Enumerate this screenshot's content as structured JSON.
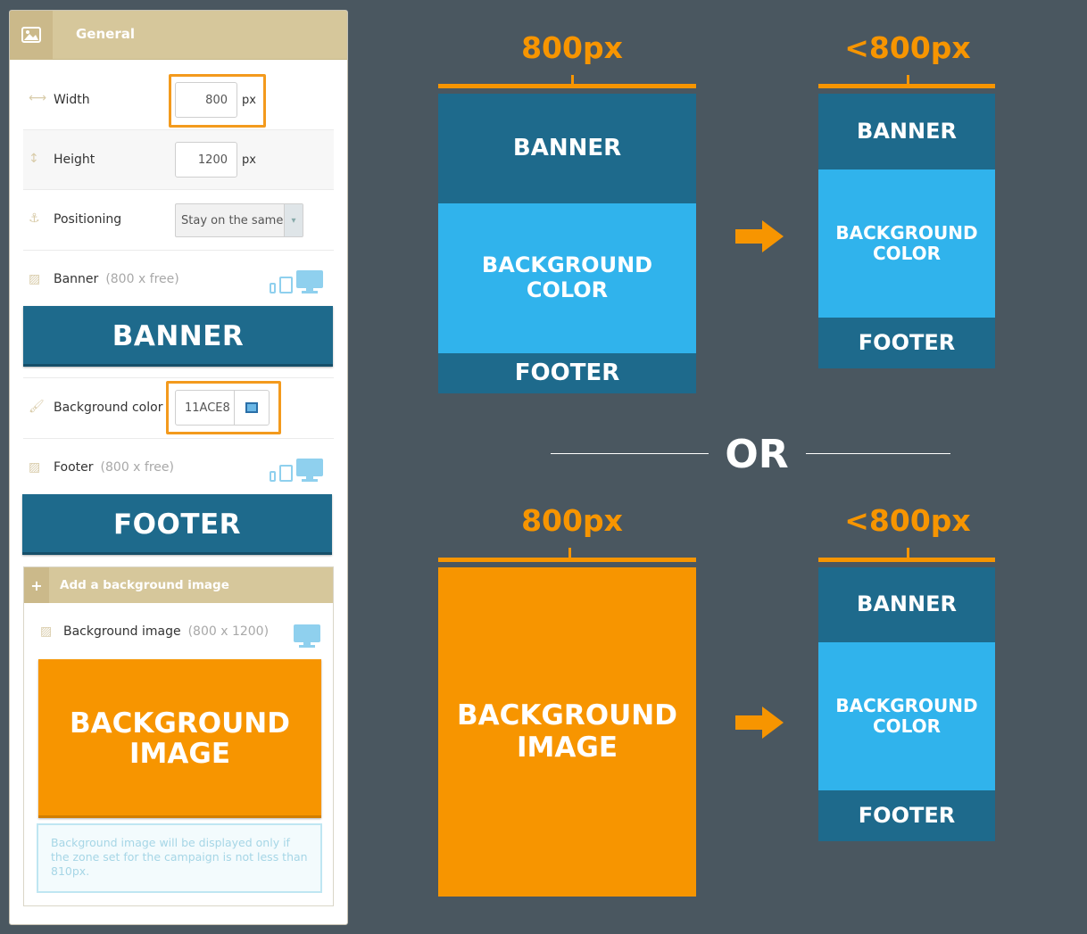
{
  "panel": {
    "title": "General",
    "icon": "image-icon",
    "width": {
      "label": "Width",
      "value": "800",
      "unit": "px",
      "icon": "horizontal-resize-icon"
    },
    "height": {
      "label": "Height",
      "value": "1200",
      "unit": "px",
      "icon": "vertical-resize-icon"
    },
    "positioning": {
      "label": "Positioning",
      "selected": "Stay on the same",
      "icon": "anchor-icon"
    },
    "banner": {
      "label": "Banner",
      "size": "(800 x free)",
      "preview": "BANNER",
      "icon": "image-icon"
    },
    "background_color": {
      "label": "Background color",
      "value": "11ACE8",
      "icon": "paintbrush-icon"
    },
    "footer": {
      "label": "Footer",
      "size": "(800 x free)",
      "preview": "FOOTER",
      "icon": "image-icon"
    },
    "add_background": {
      "label": "Add a background image",
      "plus": "+"
    },
    "background_image": {
      "label": "Background image",
      "size": "(800 x 1200)",
      "preview_line1": "BACKGROUND",
      "preview_line2": "IMAGE",
      "notice": "Background image will be displayed only if the zone set for the campaign is not less than 810px."
    }
  },
  "diagram": {
    "top_left": {
      "dim": "800px",
      "banner": "BANNER",
      "bg_line1": "BACKGROUND",
      "bg_line2": "COLOR",
      "footer": "FOOTER"
    },
    "top_right": {
      "dim": "<800px",
      "banner": "BANNER",
      "bg_line1": "BACKGROUND",
      "bg_line2": "COLOR",
      "footer": "FOOTER"
    },
    "or": "OR",
    "bottom_left": {
      "dim": "800px",
      "bg_line1": "BACKGROUND",
      "bg_line2": "IMAGE"
    },
    "bottom_right": {
      "dim": "<800px",
      "banner": "BANNER",
      "bg_line1": "BACKGROUND",
      "bg_line2": "COLOR",
      "footer": "FOOTER"
    }
  },
  "colors": {
    "accent": "#f79500",
    "dark_blue": "#1e6a8c",
    "light_blue": "#30b3ec",
    "page_bg": "#4a5760",
    "panel_header": "#d6c79b"
  }
}
